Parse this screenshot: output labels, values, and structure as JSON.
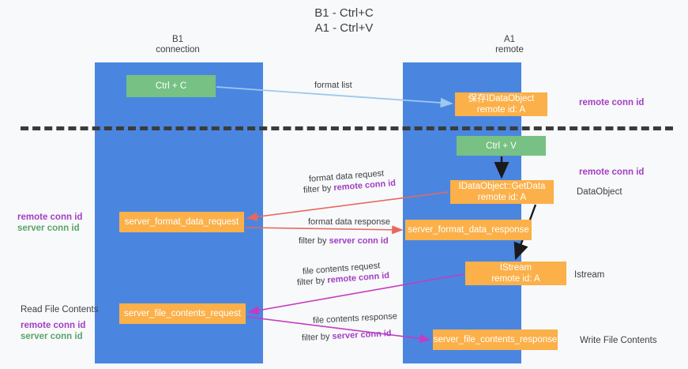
{
  "title": {
    "line1": "B1 - Ctrl+C",
    "line2": "A1 - Ctrl+V"
  },
  "lanes": [
    {
      "id": "b1",
      "title": "B1",
      "subtitle": "connection"
    },
    {
      "id": "a1",
      "title": "A1",
      "subtitle": "remote"
    }
  ],
  "nodes": {
    "ctrl_c": {
      "label": "Ctrl + C",
      "color": "#76c183"
    },
    "data_object": {
      "line1": "保存IDataObject",
      "line2": "remote id: A",
      "color": "#fbb049"
    },
    "ctrl_v": {
      "label": "Ctrl + V",
      "color": "#76c183"
    },
    "get_data": {
      "line1": "IDataObject::GetData",
      "line2": "remote id: A",
      "color": "#fbb049"
    },
    "server_format_data_request": {
      "label": "server_format_data_request",
      "color": "#fbb049"
    },
    "server_format_data_response": {
      "label": "server_format_data_response",
      "color": "#fbb049"
    },
    "istream": {
      "line1": "IStream",
      "line2": "remote id: A",
      "color": "#fbb049"
    },
    "server_file_contents_request": {
      "label": "server_file_contents_request",
      "color": "#fbb049"
    },
    "server_file_contents_response": {
      "label": "server_file_contents_response",
      "color": "#fbb049"
    }
  },
  "right_notes": {
    "remote_conn_id_1": "remote conn id",
    "remote_conn_id_2": "remote conn id",
    "data_object": "DataObject",
    "istream": "Istream",
    "write_file_contents": "Write File Contents"
  },
  "left_notes": {
    "top": {
      "remote": "remote conn id",
      "server": "server conn id"
    },
    "bottom": {
      "heading": "Read File Contents",
      "remote": "remote conn id",
      "server": "server conn id"
    }
  },
  "arrow_labels": {
    "format_list": "format list",
    "format_data_request": "format data request",
    "format_data_request_filter_prefix": "filter by ",
    "format_data_request_filter_key": "remote conn id",
    "format_data_response": "format data response",
    "format_data_response_filter_prefix": "filter by ",
    "format_data_response_filter_key": "server conn id",
    "file_contents_request": "file contents request",
    "file_contents_request_filter_prefix": "filter by ",
    "file_contents_request_filter_key": "remote conn id",
    "file_contents_response": "file contents response",
    "file_contents_response_filter_prefix": "filter by ",
    "file_contents_response_filter_key": "server conn id"
  },
  "colors": {
    "lane": "#4a86e0",
    "green": "#76c183",
    "orange": "#fbb049",
    "purple": "#a33ec4",
    "green_text": "#5aa469",
    "arrow_lightblue": "#9ec8ef",
    "arrow_red": "#e8685d",
    "arrow_magenta": "#c33cc3",
    "arrow_black": "#1a1a1a",
    "background": "#f8f9fa"
  }
}
